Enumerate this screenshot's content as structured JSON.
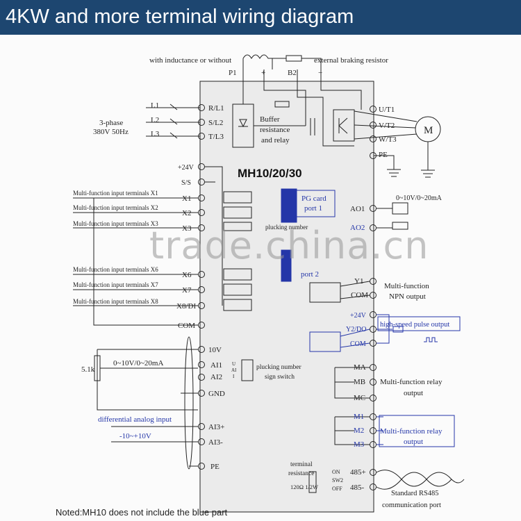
{
  "header": {
    "title": "4KW and more terminal wiring diagram"
  },
  "top": {
    "inductance": "with inductance or without",
    "braking": "external braking resistor",
    "p1": "P1",
    "plus": "+",
    "b2": "B2",
    "minus": "−"
  },
  "input": {
    "line1": "3-phase",
    "line2": "380V 50Hz",
    "l1": "L1",
    "l2": "L2",
    "l3": "L3"
  },
  "model": "MH10/20/30",
  "left_terminals": {
    "r": "R/L1",
    "s": "S/L2",
    "t": "T/L3",
    "v24": "+24V",
    "ss": "S/S",
    "x1": "X1",
    "x2": "X2",
    "x3": "X3",
    "x6": "X6",
    "x7": "X7",
    "x8": "X8/DI",
    "com": "COM",
    "v10": "10V",
    "ai1": "AI1",
    "ai2": "AI2",
    "gnd": "GND",
    "ai3p": "AI3+",
    "ai3m": "AI3-",
    "pe": "PE"
  },
  "inputs": {
    "x1": "Multi-function input terminals X1",
    "x2": "Multi-function input terminals X2",
    "x3": "Multi-function input terminals X3",
    "x6": "Multi-function input terminals X6",
    "x7": "Multi-function input terminals X7",
    "x8": "Multi-function input terminals X8"
  },
  "center": {
    "buffer1": "Buffer",
    "buffer2": "resistance",
    "buffer3": "and relay",
    "pg1": "PG card",
    "pg2": "port 1",
    "pg3": "port 2",
    "pluck": "plucking number",
    "pluck_sw1": "plucking number",
    "pluck_sw2": "sign switch",
    "sw_u": "U",
    "sw_ai": "AI",
    "sw_i": "I",
    "term1": "terminal",
    "term2": "resistance",
    "term3": "120Ω 1/2W",
    "on": "ON",
    "sw2": "SW2",
    "off": "OFF"
  },
  "right_terminals": {
    "u": "U/T1",
    "v": "V/T2",
    "w": "W/T3",
    "pe": "PE",
    "ao1": "AO1",
    "ao2": "AO2",
    "y1": "Y1",
    "com1": "COM",
    "v24": "+24V",
    "y2": "Y2/DO",
    "com2": "COM",
    "ma": "MA",
    "mb": "MB",
    "mc": "MC",
    "m1": "M1",
    "m2": "M2",
    "m3": "M3",
    "p485": "485+",
    "m485": "485-"
  },
  "right_labels": {
    "motor": "M",
    "ao_range": "0~10V/0~20mA",
    "npn1": "Multi-function",
    "npn2": "NPN output",
    "hs": "high-speed pulse output",
    "relay1a": "Multi-function relay",
    "relay1b": "output",
    "relay2a": "Multi-function relay",
    "relay2b": "output",
    "rs1": "Standard RS485",
    "rs2": "communication port"
  },
  "analog": {
    "pot": "5.1k",
    "range": "0~10V/0~20mA",
    "diff": "differential analog input",
    "diff_range": "-10~+10V"
  },
  "note": "Noted:MH10 does not include the blue part",
  "watermark": "trade.china.cn",
  "colors": {
    "banner": "#1d4670",
    "accent_blue": "#2436a8",
    "line": "#222222"
  }
}
